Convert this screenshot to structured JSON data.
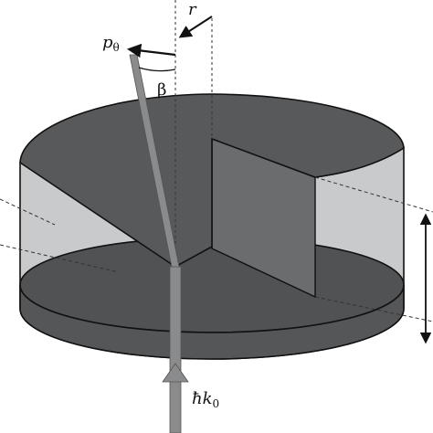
{
  "colors": {
    "disk_top": "#58595b",
    "disk_side": "#c9cacc",
    "disk_bottom": "#4f5052",
    "inner_plane": "#6d6e70",
    "beam": "#8a8b8d",
    "outline": "#111111",
    "dashed": "#333333"
  },
  "labels": {
    "r": "r",
    "p": "p",
    "p_sub": "θ",
    "beta": "β",
    "hbar_k": "ħk",
    "hbar_k_sub": "0"
  },
  "icons": {
    "r_pointer": "arrow-down-left-icon",
    "beam_head": "arrow-up-icon",
    "height_marker": "double-arrow-vertical-icon"
  }
}
